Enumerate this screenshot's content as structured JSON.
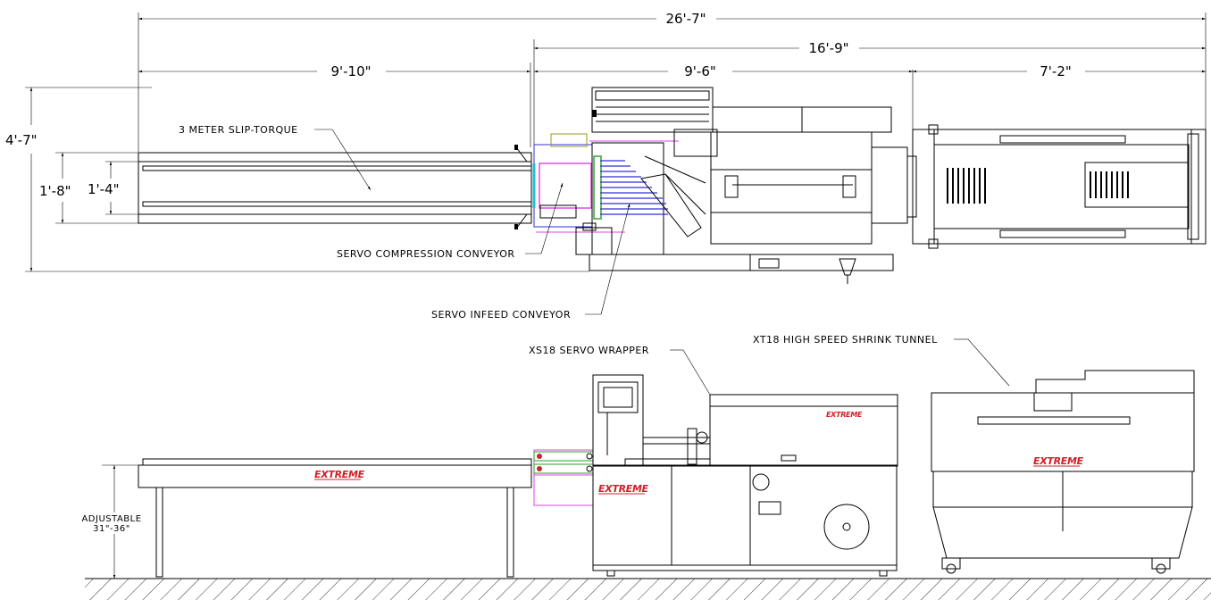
{
  "dimensions": {
    "overall_length": "26'-7\"",
    "tunnel_and_wrapper_length": "16'-9\"",
    "infeed_length": "9'-10\"",
    "wrapper_length": "9'-6\"",
    "tunnel_length": "7'-2\"",
    "overall_width": "4'-7\"",
    "conveyor_width_outer": "1'-8\"",
    "conveyor_width_inner": "1'-4\""
  },
  "callouts": {
    "slip_torque": "3 METER SLIP-TORQUE",
    "compression_conveyor": "SERVO COMPRESSION CONVEYOR",
    "infeed_conveyor": "SERVO INFEED CONVEYOR",
    "wrapper": "XS18 SERVO WRAPPER",
    "tunnel": "XT18 HIGH SPEED SHRINK TUNNEL",
    "adjustable_label": "ADJUSTABLE",
    "adjustable_range": "31\"-36\""
  },
  "branding": {
    "logo_text": "EXTREME",
    "logo_color": "#d2202a"
  },
  "colors": {
    "line": "#000000",
    "accent_magenta": "#e040e0",
    "accent_blue": "#3030d0",
    "accent_green": "#20a020",
    "accent_cyan": "#20c0d0",
    "accent_olive": "#9a9a20"
  }
}
